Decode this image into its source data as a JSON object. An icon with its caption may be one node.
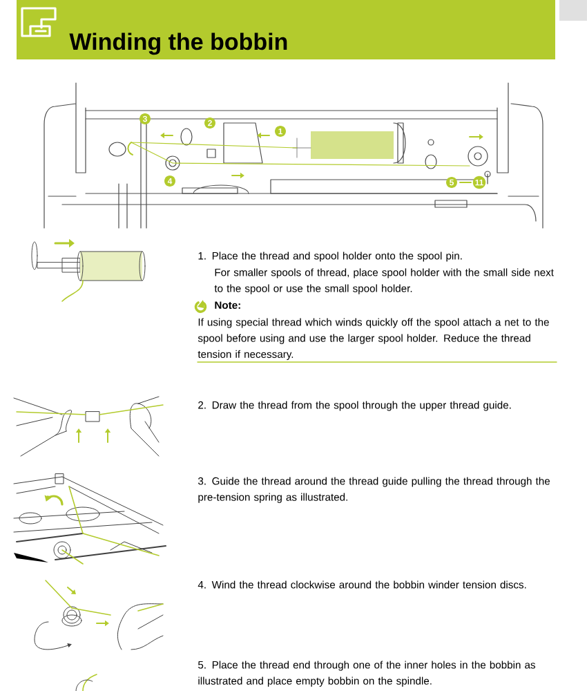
{
  "diagram": {
    "title": "Winding the bobbin",
    "labels": [
      "1",
      "2",
      "3",
      "4",
      "5",
      "11",
      "1. Place the thread and spool holder onto the spool pin.",
      "For smaller spools of thread, place spool holder with the small side next to the spool or use the small spool holder.",
      "Note:",
      "If using special thread which winds quickly off the spool attach a net to the spool before using and use the larger spool holder. Reduce the thread tension if necessary.",
      "2. Draw the thread from the spool through the upper thread guide.",
      "3. Guide the thread around the thread guide pulling the thread through the pre-tension spring as illustrated.",
      "4. Wind the thread clockwise around the bobbin winder tension discs.",
      "5. Place the thread end through one of the inner holes in the bobbin as illustrated and place empty bobbin on the spindle."
    ]
  }
}
